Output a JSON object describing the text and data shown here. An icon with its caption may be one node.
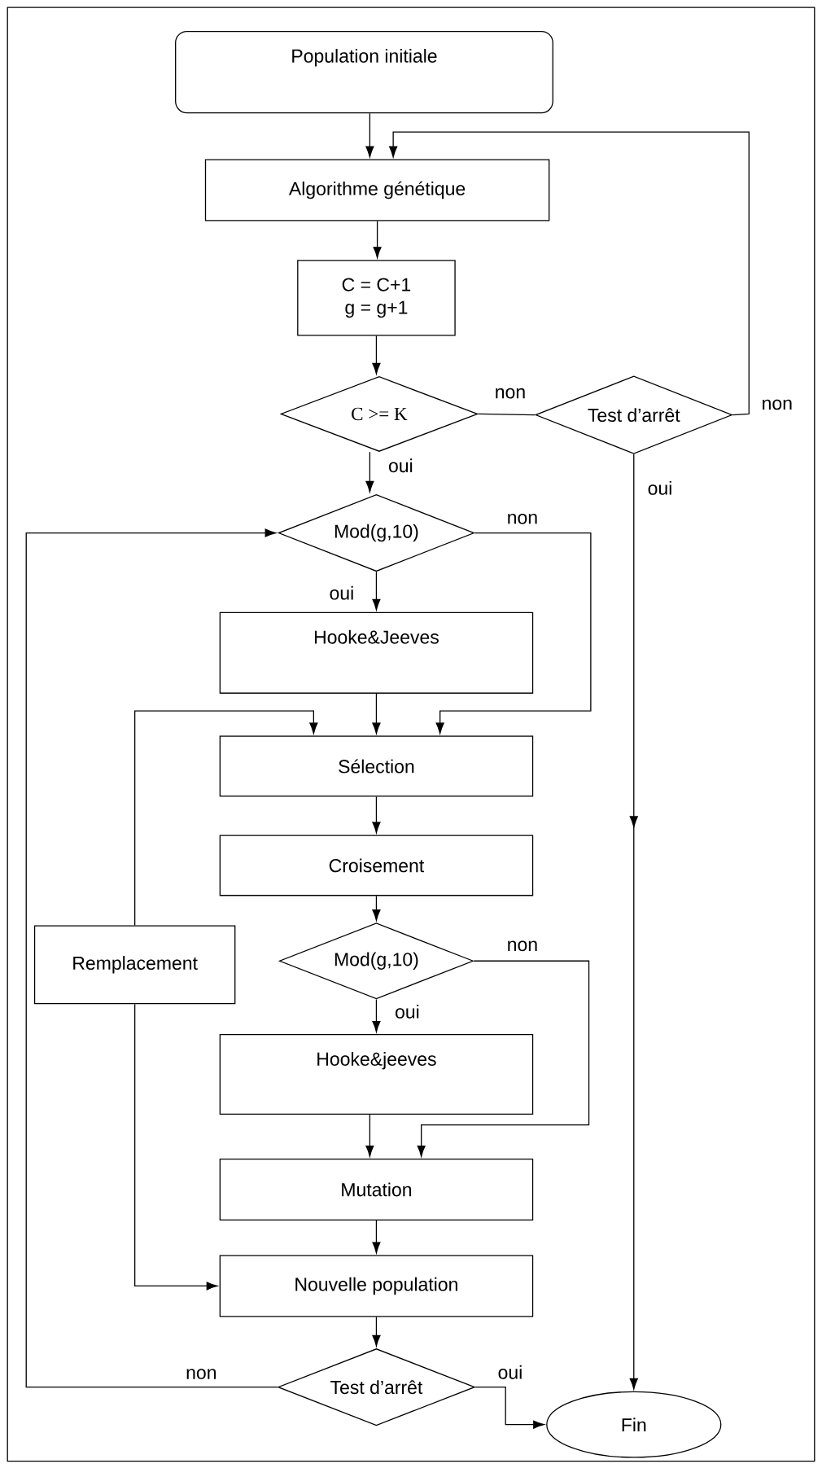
{
  "diagram": {
    "nodes": [
      {
        "text": [
          "Population initiale"
        ]
      },
      {
        "text": [
          "Algorithme génétique"
        ]
      },
      {
        "text": [
          "C = C+1",
          "g = g+1"
        ]
      },
      {
        "text": [
          "C >= K"
        ]
      },
      {
        "text": [
          "Test d’arrêt"
        ]
      },
      {
        "text": [
          "Mod(g,10)"
        ]
      },
      {
        "text": [
          "Hooke&Jeeves"
        ]
      },
      {
        "text": [
          "Sélection"
        ]
      },
      {
        "text": [
          "Croisement"
        ]
      },
      {
        "text": [
          "Remplacement"
        ]
      },
      {
        "text": [
          "Mod(g,10)"
        ]
      },
      {
        "text": [
          "Hooke&jeeves"
        ]
      },
      {
        "text": [
          "Mutation"
        ]
      },
      {
        "text": [
          "Nouvelle population"
        ]
      },
      {
        "text": [
          "Test d’arrêt"
        ]
      },
      {
        "text": [
          "Fin"
        ]
      }
    ],
    "edges": [
      {
        "from": 0,
        "to": 1,
        "arrow": "to"
      },
      {
        "from": 1,
        "to": 2,
        "arrow": "to"
      },
      {
        "from": 2,
        "to": 3,
        "arrow": "to"
      },
      {
        "from": 3,
        "to": 4,
        "arrow": "none",
        "label": "non"
      },
      {
        "from": 4,
        "to": 1,
        "arrow": "to",
        "label": "non"
      },
      {
        "from": 3,
        "to": 5,
        "arrow": "to",
        "label": "oui"
      },
      {
        "from": 14,
        "to": 5,
        "arrow": "to",
        "label": "non"
      },
      {
        "from": 4,
        "to": 15,
        "arrow": "to",
        "label": "oui"
      },
      {
        "from": 5,
        "to": 6,
        "arrow": "to",
        "label": "oui"
      },
      {
        "from": 5,
        "to": 7,
        "arrow": "to",
        "label": "non"
      },
      {
        "from": 6,
        "to": 7,
        "arrow": "to"
      },
      {
        "from": 9,
        "to": 7,
        "arrow": "to"
      },
      {
        "from": 7,
        "to": 8,
        "arrow": "to"
      },
      {
        "from": 8,
        "to": 10,
        "arrow": "to"
      },
      {
        "from": 10,
        "to": 11,
        "arrow": "to",
        "label": "oui"
      },
      {
        "from": 10,
        "to": 12,
        "arrow": "to",
        "label": "non"
      },
      {
        "from": 11,
        "to": 12,
        "arrow": "to"
      },
      {
        "from": 12,
        "to": 13,
        "arrow": "to"
      },
      {
        "from": 9,
        "to": 13,
        "arrow": "to"
      },
      {
        "from": 13,
        "to": 14,
        "arrow": "to"
      },
      {
        "from": 14,
        "to": 15,
        "arrow": "to",
        "label": "oui"
      }
    ]
  }
}
